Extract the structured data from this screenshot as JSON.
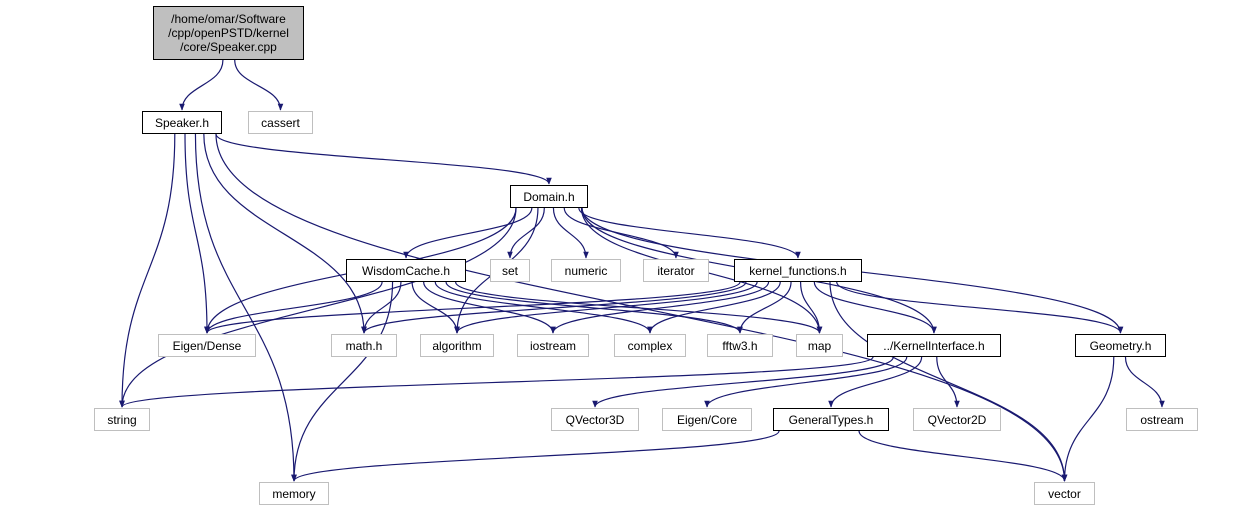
{
  "nodes": {
    "root": {
      "lines": [
        "/home/omar/Software",
        "/cpp/openPSTD/kernel",
        "/core/Speaker.cpp"
      ]
    },
    "speaker_h": {
      "label": "Speaker.h"
    },
    "cassert": {
      "label": "cassert"
    },
    "domain_h": {
      "label": "Domain.h"
    },
    "wisdomcache_h": {
      "label": "WisdomCache.h"
    },
    "set": {
      "label": "set"
    },
    "numeric": {
      "label": "numeric"
    },
    "iterator": {
      "label": "iterator"
    },
    "kernel_functions_h": {
      "label": "kernel_functions.h"
    },
    "eigen_dense": {
      "label": "Eigen/Dense"
    },
    "math_h": {
      "label": "math.h"
    },
    "algorithm": {
      "label": "algorithm"
    },
    "iostream": {
      "label": "iostream"
    },
    "complex": {
      "label": "complex"
    },
    "fftw3_h": {
      "label": "fftw3.h"
    },
    "map": {
      "label": "map"
    },
    "kernelinterface_h": {
      "label": "../KernelInterface.h"
    },
    "geometry_h": {
      "label": "Geometry.h"
    },
    "string": {
      "label": "string"
    },
    "qvector3d": {
      "label": "QVector3D"
    },
    "eigen_core": {
      "label": "Eigen/Core"
    },
    "generaltypes_h": {
      "label": "GeneralTypes.h"
    },
    "qvector2d": {
      "label": "QVector2D"
    },
    "ostream": {
      "label": "ostream"
    },
    "memory": {
      "label": "memory"
    },
    "vector": {
      "label": "vector"
    }
  },
  "edges": [
    [
      "root",
      "speaker_h"
    ],
    [
      "root",
      "cassert"
    ],
    [
      "speaker_h",
      "domain_h"
    ],
    [
      "speaker_h",
      "eigen_dense"
    ],
    [
      "speaker_h",
      "math_h"
    ],
    [
      "speaker_h",
      "string"
    ],
    [
      "speaker_h",
      "memory"
    ],
    [
      "speaker_h",
      "vector"
    ],
    [
      "domain_h",
      "wisdomcache_h"
    ],
    [
      "domain_h",
      "set"
    ],
    [
      "domain_h",
      "numeric"
    ],
    [
      "domain_h",
      "iterator"
    ],
    [
      "domain_h",
      "kernel_functions_h"
    ],
    [
      "domain_h",
      "eigen_dense"
    ],
    [
      "domain_h",
      "algorithm"
    ],
    [
      "domain_h",
      "string"
    ],
    [
      "domain_h",
      "map"
    ],
    [
      "domain_h",
      "kernelinterface_h"
    ],
    [
      "domain_h",
      "geometry_h"
    ],
    [
      "wisdomcache_h",
      "eigen_dense"
    ],
    [
      "wisdomcache_h",
      "math_h"
    ],
    [
      "wisdomcache_h",
      "algorithm"
    ],
    [
      "wisdomcache_h",
      "iostream"
    ],
    [
      "wisdomcache_h",
      "complex"
    ],
    [
      "wisdomcache_h",
      "fftw3_h"
    ],
    [
      "wisdomcache_h",
      "map"
    ],
    [
      "wisdomcache_h",
      "memory"
    ],
    [
      "kernel_functions_h",
      "eigen_dense"
    ],
    [
      "kernel_functions_h",
      "math_h"
    ],
    [
      "kernel_functions_h",
      "algorithm"
    ],
    [
      "kernel_functions_h",
      "iostream"
    ],
    [
      "kernel_functions_h",
      "complex"
    ],
    [
      "kernel_functions_h",
      "fftw3_h"
    ],
    [
      "kernel_functions_h",
      "map"
    ],
    [
      "kernel_functions_h",
      "kernelinterface_h"
    ],
    [
      "kernel_functions_h",
      "geometry_h"
    ],
    [
      "kernel_functions_h",
      "vector"
    ],
    [
      "kernelinterface_h",
      "string"
    ],
    [
      "kernelinterface_h",
      "qvector3d"
    ],
    [
      "kernelinterface_h",
      "eigen_core"
    ],
    [
      "kernelinterface_h",
      "generaltypes_h"
    ],
    [
      "kernelinterface_h",
      "qvector2d"
    ],
    [
      "generaltypes_h",
      "memory"
    ],
    [
      "generaltypes_h",
      "vector"
    ],
    [
      "geometry_h",
      "ostream"
    ],
    [
      "geometry_h",
      "vector"
    ]
  ],
  "colors": {
    "edge": "#191970",
    "system_border": "#bfbfbf",
    "root_fill": "#bfbfbf"
  }
}
